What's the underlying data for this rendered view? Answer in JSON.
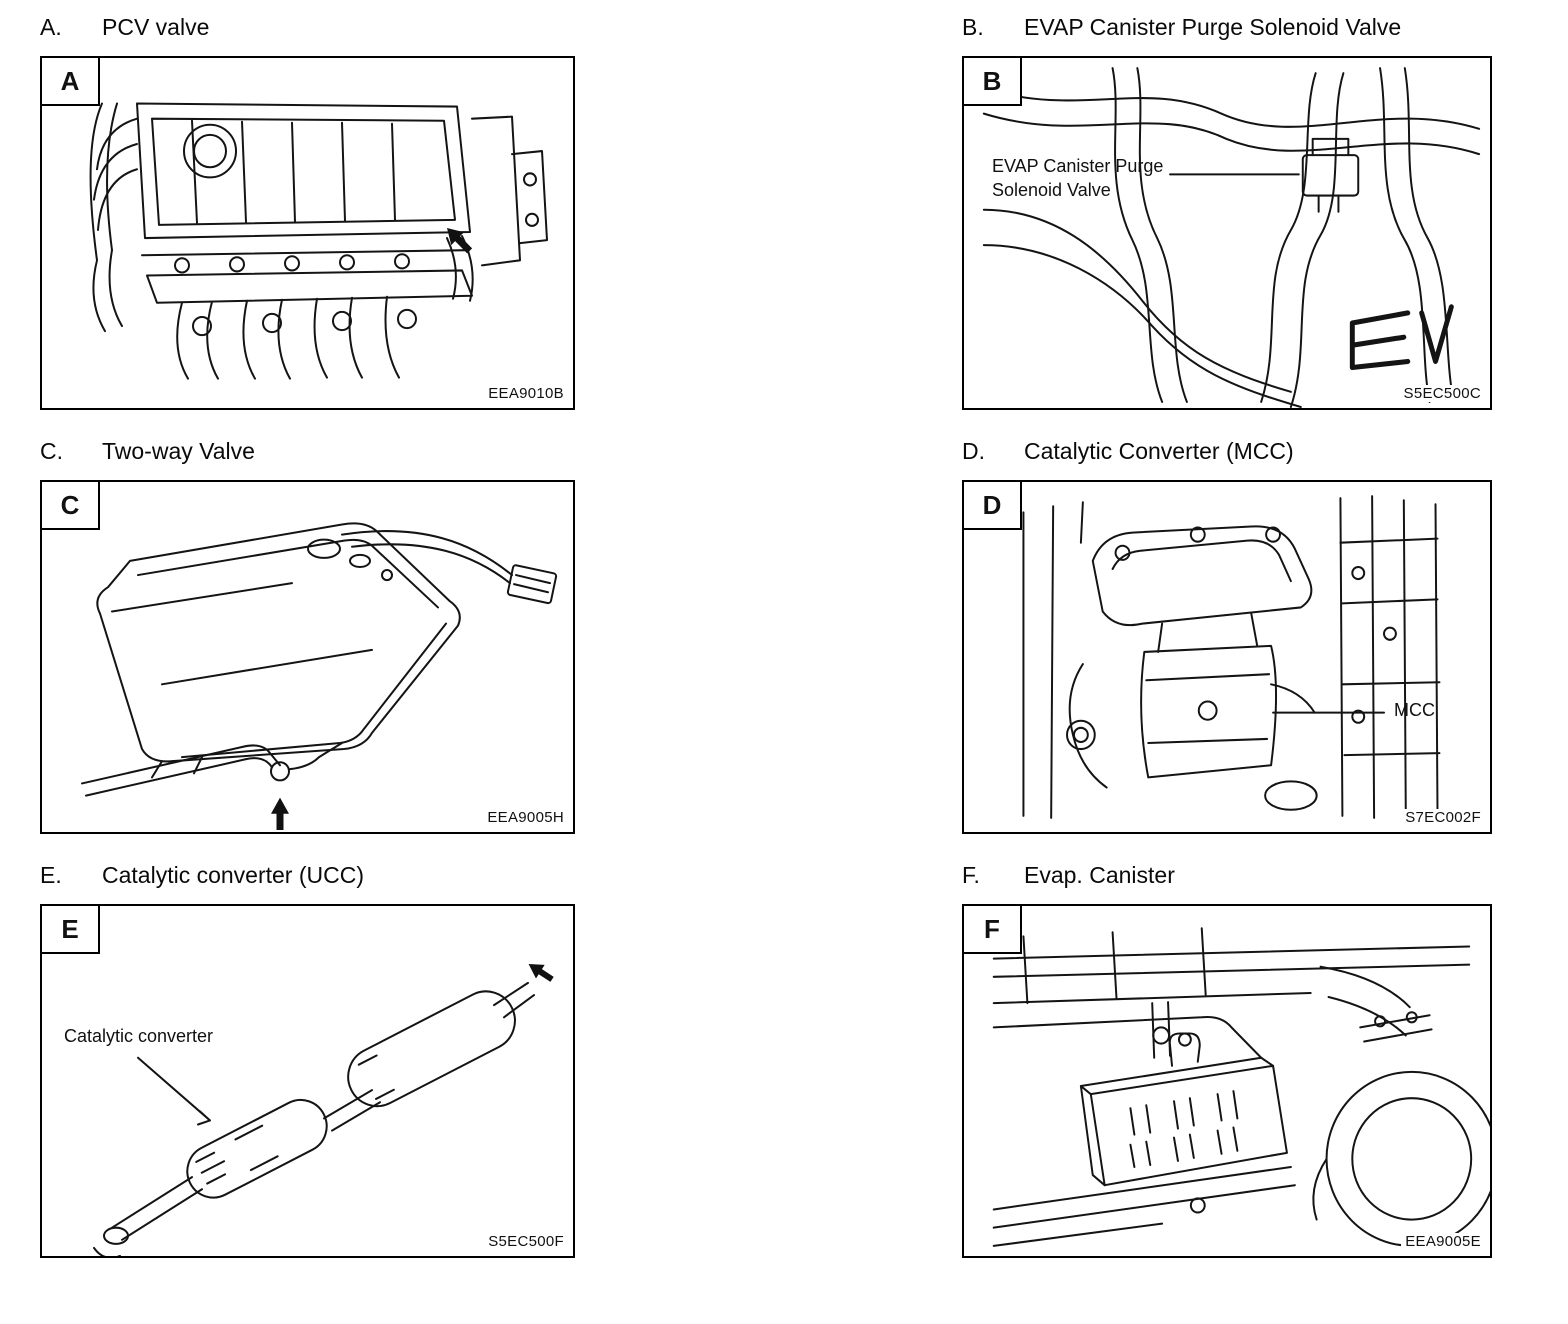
{
  "page": {
    "panels": [
      {
        "heading_letter": "A.",
        "title": "PCV valve",
        "badge": "A",
        "code": "EEA9010B"
      },
      {
        "heading_letter": "B.",
        "title": "EVAP Canister Purge Solenoid Valve",
        "badge": "B",
        "code": "S5EC500C",
        "annotation": "EVAP Canister Purge\nSolenoid Valve"
      },
      {
        "heading_letter": "C.",
        "title": "Two-way Valve",
        "badge": "C",
        "code": "EEA9005H"
      },
      {
        "heading_letter": "D.",
        "title": "Catalytic Converter (MCC)",
        "badge": "D",
        "code": "S7EC002F",
        "annotation": "MCC"
      },
      {
        "heading_letter": "E.",
        "title": "Catalytic converter (UCC)",
        "badge": "E",
        "code": "S5EC500F",
        "annotation": "Catalytic converter"
      },
      {
        "heading_letter": "F.",
        "title": "Evap. Canister",
        "badge": "F",
        "code": "EEA9005E"
      }
    ]
  }
}
